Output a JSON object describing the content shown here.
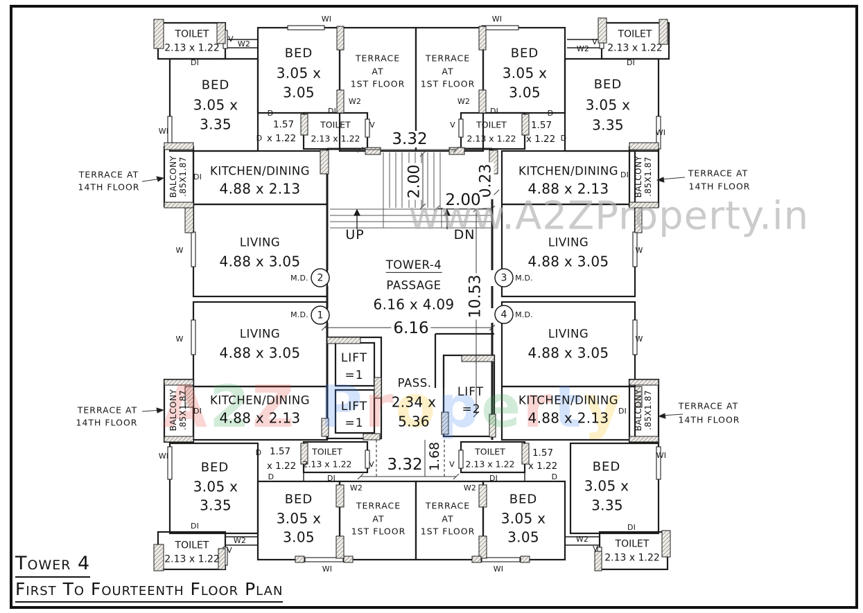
{
  "title": {
    "line1": "Tower 4",
    "line2": "First To Fourteenth  Floor Plan"
  },
  "watermarks": {
    "url": "www.A2ZProperty.in",
    "brand": [
      {
        "ch": "A",
        "color": "#e8453c"
      },
      {
        "ch": "2",
        "color": "#34a853"
      },
      {
        "ch": "Z",
        "color": "#e8453c"
      },
      {
        "ch": "P",
        "color": "#4285f4",
        "gap": true
      },
      {
        "ch": "r",
        "color": "#e8453c"
      },
      {
        "ch": "o",
        "color": "#fbbc05"
      },
      {
        "ch": "p",
        "color": "#4285f4"
      },
      {
        "ch": "e",
        "color": "#34a853"
      },
      {
        "ch": "r",
        "color": "#e8453c"
      },
      {
        "ch": "t",
        "color": "#4285f4"
      },
      {
        "ch": "y",
        "color": "#fbbc05"
      }
    ]
  },
  "rooms": {
    "toilet": {
      "name": "TOILET",
      "dims": "2.13 x 1.22"
    },
    "bed_corner": {
      "name": "BED",
      "dim1": "3.05 x",
      "dim2": "3.35"
    },
    "bed_mid": {
      "name": "BED",
      "dim1": "3.05 x",
      "dim2": "3.05"
    },
    "kitchen": {
      "name": "KITCHEN/DINING",
      "dims": "4.88 x 2.13"
    },
    "living": {
      "name": "LIVING",
      "dims": "4.88 x 3.05"
    },
    "terrace1": {
      "l1": "TERRACE",
      "l2": "AT",
      "l3": "1ST FLOOR"
    },
    "terrace14": {
      "l1": "TERRACE AT",
      "l2": "14TH FLOOR"
    },
    "balcony": {
      "name": "BALCONY",
      "dims": ".85X1.87"
    },
    "passage": {
      "l1": "TOWER-4",
      "l2": "PASSAGE",
      "l3": "6.16 x 4.09"
    },
    "pass_small": {
      "l1": "PASS.",
      "l2": "2.34 x",
      "l3": "5.36"
    },
    "lift1": {
      "name": "LIFT",
      "num": "=1"
    },
    "lift2": {
      "name": "LIFT",
      "num": "=2"
    },
    "door": {
      "w": "1.57",
      "h": "x 1.22"
    }
  },
  "dims": {
    "d332": "3.32",
    "d200": "2.00",
    "d023": "0.23",
    "d616": "6.16",
    "d1053": "10.53",
    "d168": "1.68"
  },
  "stairs": {
    "up": "UP",
    "dn": "DN"
  },
  "md": {
    "label": "M.D.",
    "n1": "1",
    "n2": "2",
    "n3": "3",
    "n4": "4"
  },
  "tags": {
    "w": "W",
    "wi": "WI",
    "w2": "W2",
    "v": "V",
    "di": "DI",
    "d": "D"
  }
}
